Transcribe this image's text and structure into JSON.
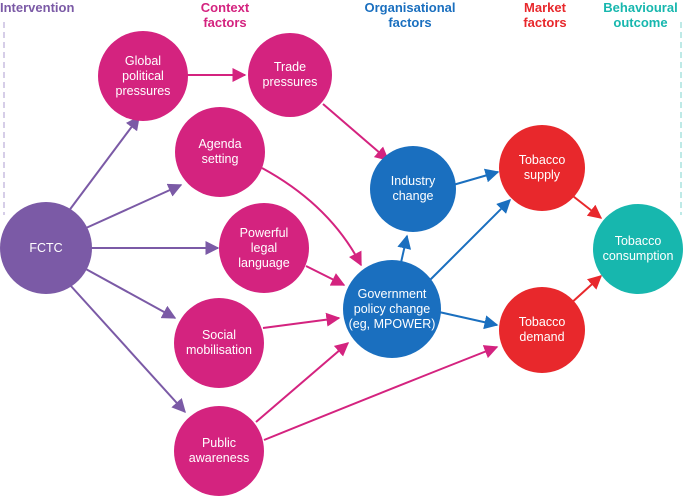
{
  "headers": {
    "intervention": "Intervention",
    "context": "Context\nfactors",
    "organisational": "Organisational\nfactors",
    "market": "Market\nfactors",
    "behavioural": "Behavioural\noutcome"
  },
  "nodes": {
    "fctc": "FCTC",
    "global_political_pressures": "Global\npolitical\npressures",
    "trade_pressures": "Trade\npressures",
    "agenda_setting": "Agenda\nsetting",
    "powerful_legal_language": "Powerful\nlegal\nlanguage",
    "social_mobilisation": "Social\nmobilisation",
    "public_awareness": "Public\nawareness",
    "industry_change": "Industry\nchange",
    "government_policy_change": "Government\npolicy change\n(eg, MPOWER)",
    "tobacco_supply": "Tobacco\nsupply",
    "tobacco_demand": "Tobacco\ndemand",
    "tobacco_consumption": "Tobacco\nconsumption"
  },
  "colors": {
    "intervention": "#7b5aa6",
    "context": "#d4237f",
    "organisational": "#1a6fbf",
    "market": "#e8282c",
    "behavioural": "#17b7ae"
  }
}
